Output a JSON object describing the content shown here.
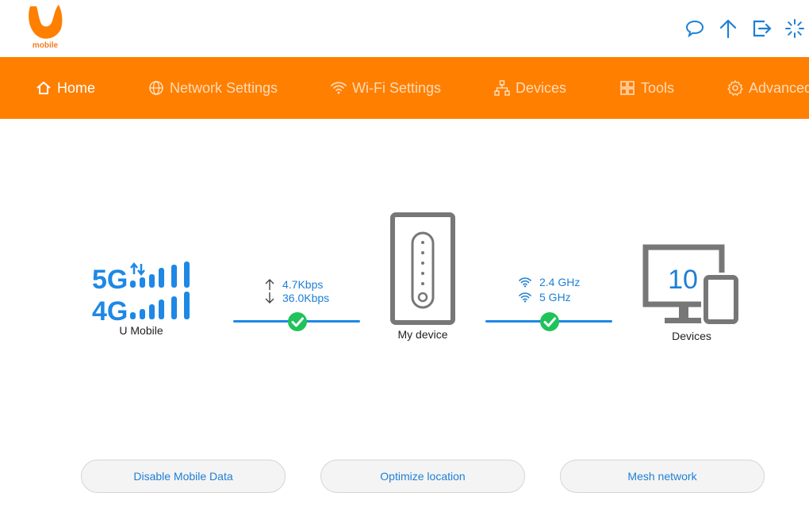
{
  "brand": {
    "logo_text": "mobile",
    "color": "#ff7f00"
  },
  "header_icons": [
    "chat-icon",
    "upload-arrow-icon",
    "logout-icon",
    "loading-spinner-icon"
  ],
  "nav": {
    "items": [
      {
        "label": "Home",
        "icon": "home-icon",
        "active": true
      },
      {
        "label": "Network Settings",
        "icon": "globe-icon"
      },
      {
        "label": "Wi-Fi Settings",
        "icon": "wifi-icon"
      },
      {
        "label": "Devices",
        "icon": "network-tree-icon"
      },
      {
        "label": "Tools",
        "icon": "tools-grid-icon"
      },
      {
        "label": "Advanced",
        "icon": "gear-icon"
      }
    ]
  },
  "status": {
    "signal": {
      "label_5g": "5G",
      "label_4g": "4G",
      "provider": "U Mobile"
    },
    "traffic": {
      "upload": "4.7Kbps",
      "download": "36.0Kbps"
    },
    "router": {
      "label": "My device"
    },
    "wifi": {
      "band1": "2.4 GHz",
      "band2": "5 GHz"
    },
    "devices": {
      "count": "10",
      "label": "Devices"
    }
  },
  "actions": {
    "disable_mobile_data": "Disable Mobile Data",
    "optimize_location": "Optimize location",
    "mesh_network": "Mesh network"
  },
  "colors": {
    "accent_blue": "#1e88e5",
    "check_green": "#1fc35a",
    "gray_device": "#777777"
  }
}
